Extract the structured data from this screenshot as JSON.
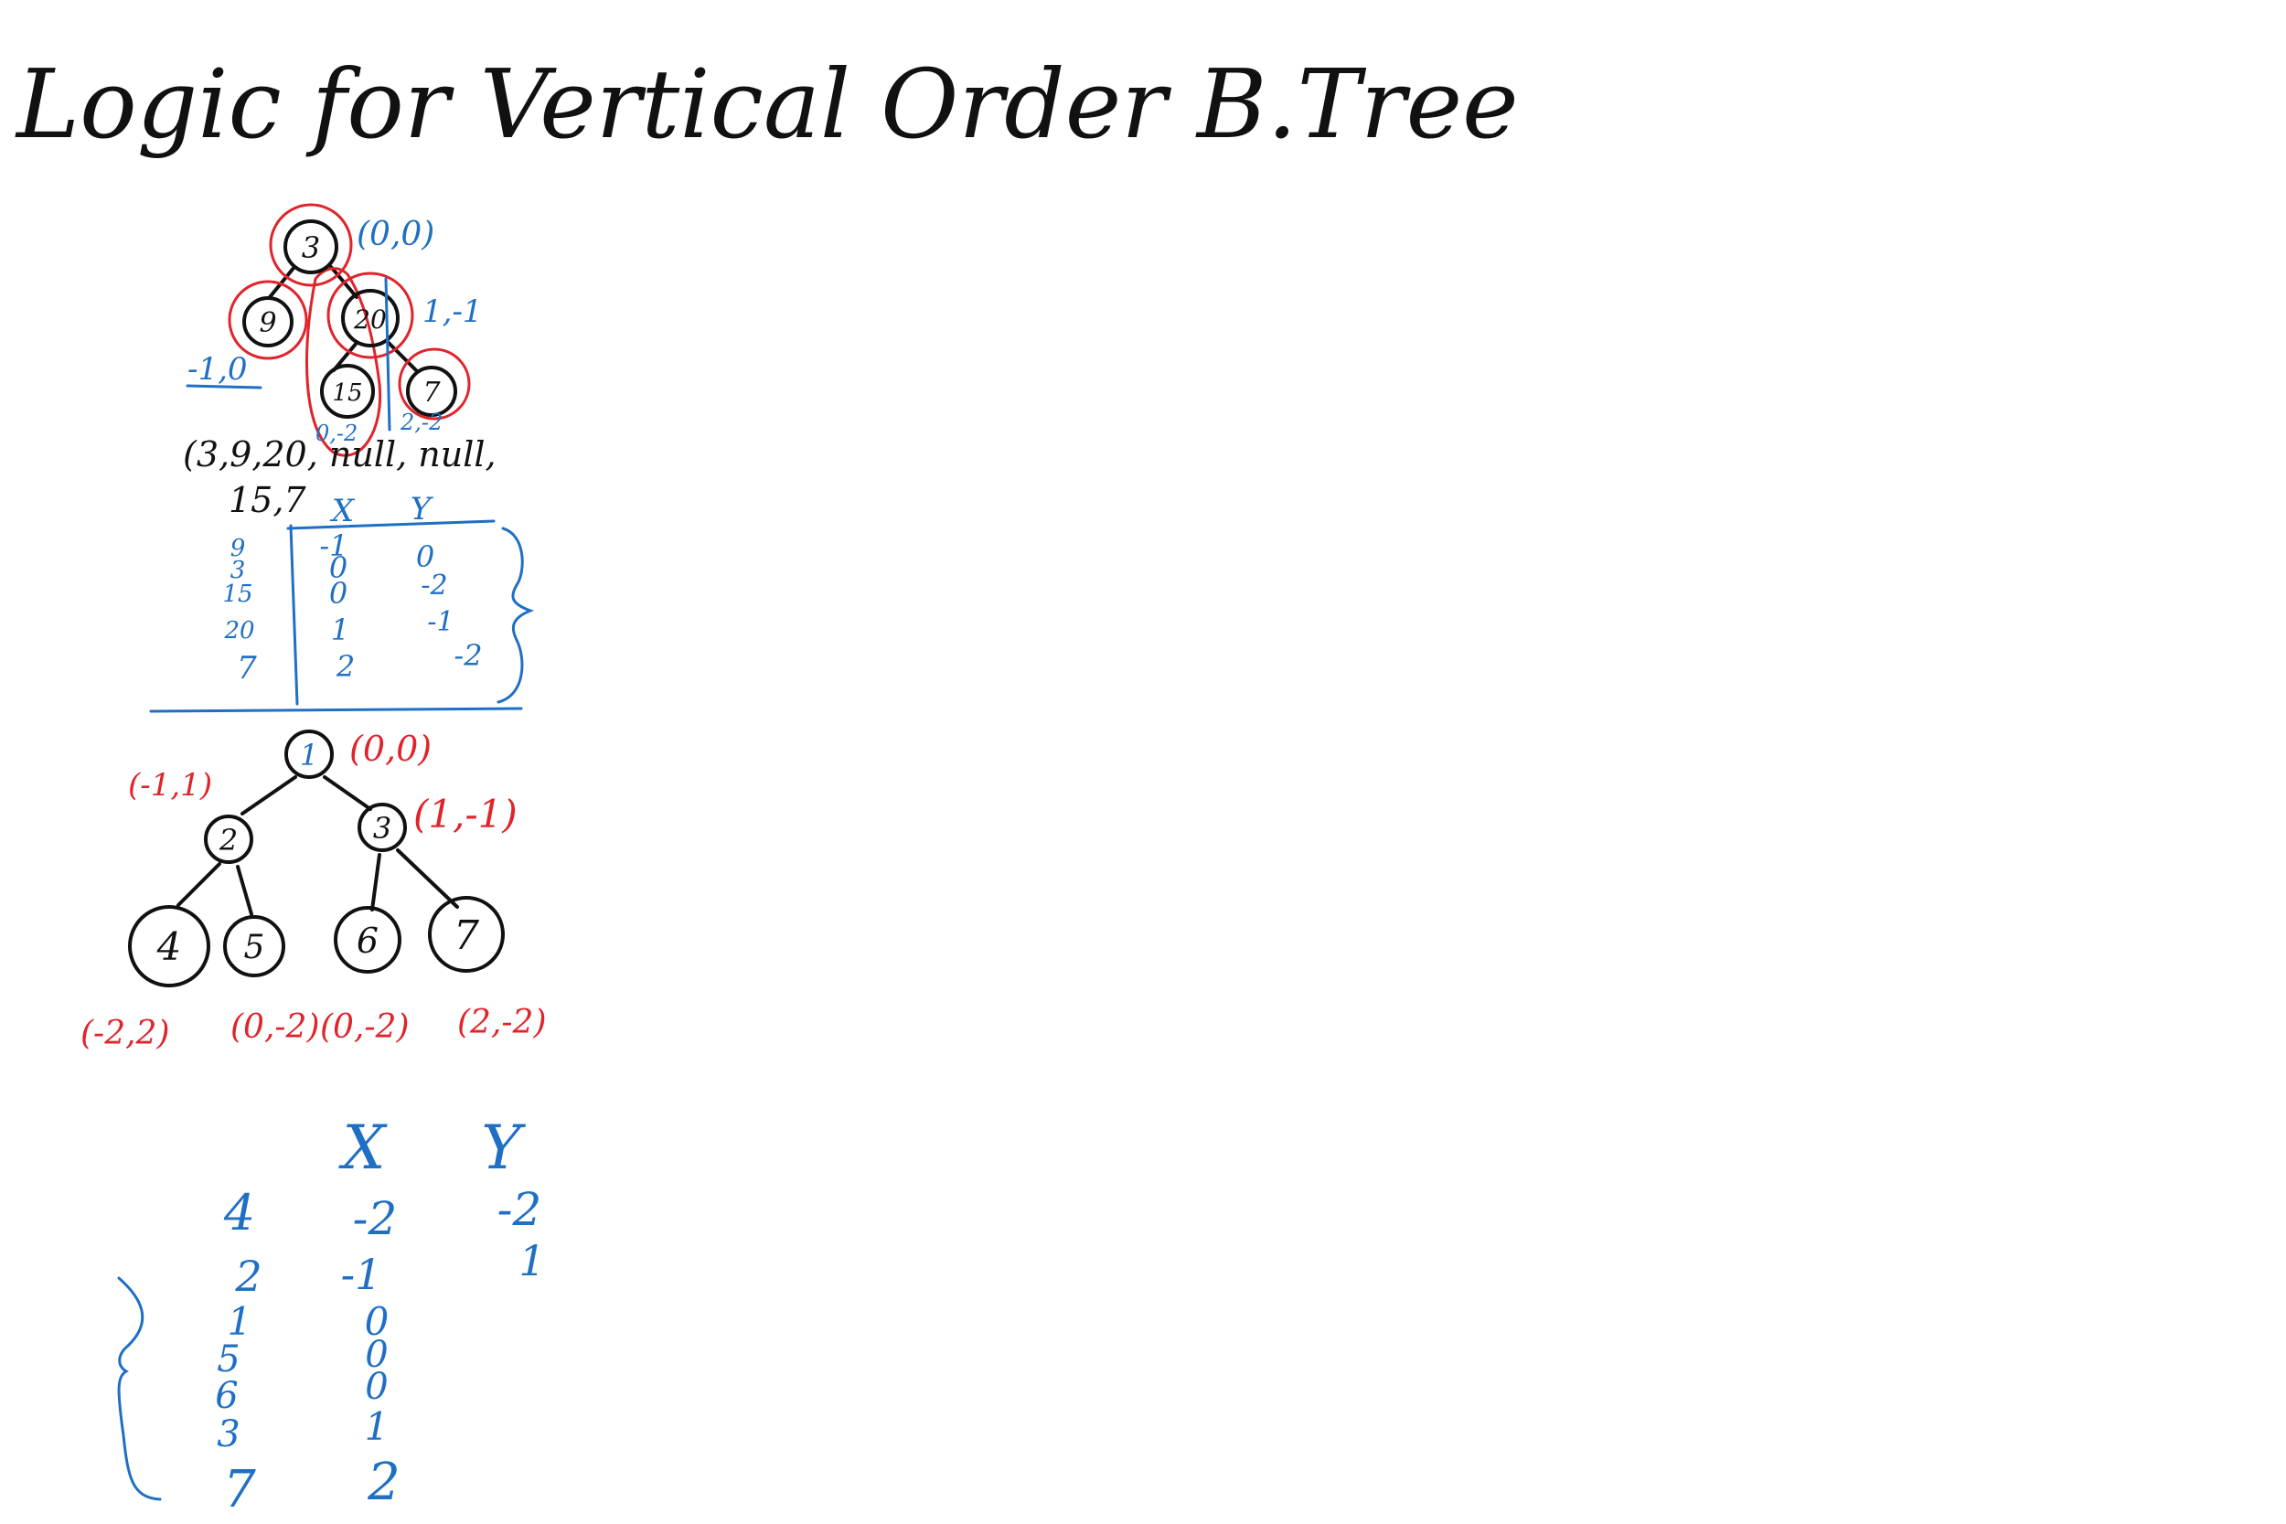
{
  "title": "Logic for Vertical Order B.Tree",
  "colors": {
    "ink": "#111111",
    "blue": "#1f6fc4",
    "red": "#e0242b",
    "background": "#ffffff"
  },
  "tree1": {
    "nodes": [
      {
        "label": "3",
        "coord": "(0,0)"
      },
      {
        "label": "9",
        "coord": "-1,0"
      },
      {
        "label": "20",
        "coord": "1,-1"
      },
      {
        "label": "15",
        "coord": "0,-2"
      },
      {
        "label": "7",
        "coord": "2,-2"
      }
    ],
    "level_order_line1": "(3,9,20, null, null,",
    "level_order_line2": "15,7",
    "table": {
      "col_x": "X",
      "col_y": "Y",
      "rows": [
        {
          "node": "9",
          "x": "-1",
          "y": "0"
        },
        {
          "node": "3",
          "x": "0",
          "y": ""
        },
        {
          "node": "15",
          "x": "0",
          "y": "-2"
        },
        {
          "node": "20",
          "x": "1",
          "y": "-1"
        },
        {
          "node": "7",
          "x": "2",
          "y": "-2"
        }
      ]
    }
  },
  "tree2": {
    "nodes": [
      {
        "label": "1",
        "coord": "(0,0)"
      },
      {
        "label": "2",
        "coord": "(-1,1)"
      },
      {
        "label": "3",
        "coord": "(1,-1)"
      },
      {
        "label": "4",
        "coord": "(-2,2)"
      },
      {
        "label": "5",
        "coord": "(0,-2)"
      },
      {
        "label": "6",
        "coord": "(0,-2)"
      },
      {
        "label": "7",
        "coord": "(2,-2)"
      }
    ],
    "table": {
      "col_x": "X",
      "col_y": "Y",
      "rows": [
        {
          "node": "4",
          "x": "-2",
          "y": "-2"
        },
        {
          "node": "2",
          "x": "-1",
          "y": "1"
        },
        {
          "node": "1",
          "x": "0",
          "y": ""
        },
        {
          "node": "5",
          "x": "0",
          "y": ""
        },
        {
          "node": "6",
          "x": "0",
          "y": ""
        },
        {
          "node": "3",
          "x": "1",
          "y": ""
        },
        {
          "node": "7",
          "x": "2",
          "y": ""
        }
      ]
    }
  }
}
